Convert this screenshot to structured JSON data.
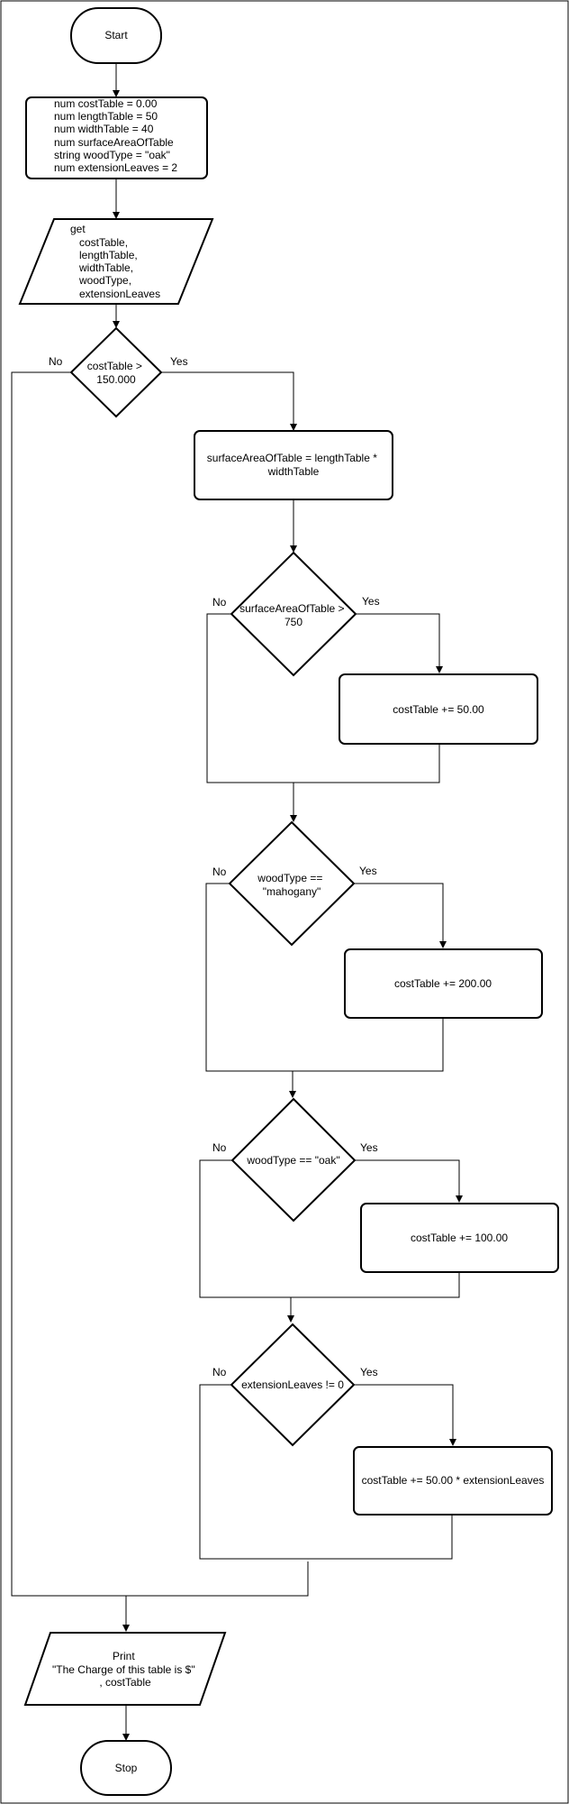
{
  "nodes": {
    "start": "Start",
    "declarations": [
      "num costTable = 0.00",
      "num lengthTable = 50",
      "num widthTable = 40",
      "num surfaceAreaOfTable",
      "string woodType = \"oak\"",
      "num extensionLeaves = 2"
    ],
    "input": [
      "get",
      "costTable,",
      "lengthTable,",
      "widthTable,",
      "woodType,",
      "extensionLeaves"
    ],
    "decision_cost": [
      "costTable >",
      "150.000"
    ],
    "surface_calc": [
      "surfaceAreaOfTable = lengthTable *",
      "widthTable"
    ],
    "decision_surface": [
      "surfaceAreaOfTable >",
      "750"
    ],
    "add_50": "costTable += 50.00",
    "decision_mahogany": [
      "woodType ==",
      "\"mahogany\""
    ],
    "add_200": "costTable += 200.00",
    "decision_oak": "woodType == \"oak\"",
    "add_100": "costTable += 100.00",
    "decision_leaves": "extensionLeaves != 0",
    "add_leaves": "costTable += 50.00 * extensionLeaves",
    "print": [
      "Print",
      "\"The Charge of this table is $\"",
      ", costTable"
    ],
    "stop": "Stop"
  },
  "edge_labels": {
    "yes": "Yes",
    "no": "No"
  }
}
